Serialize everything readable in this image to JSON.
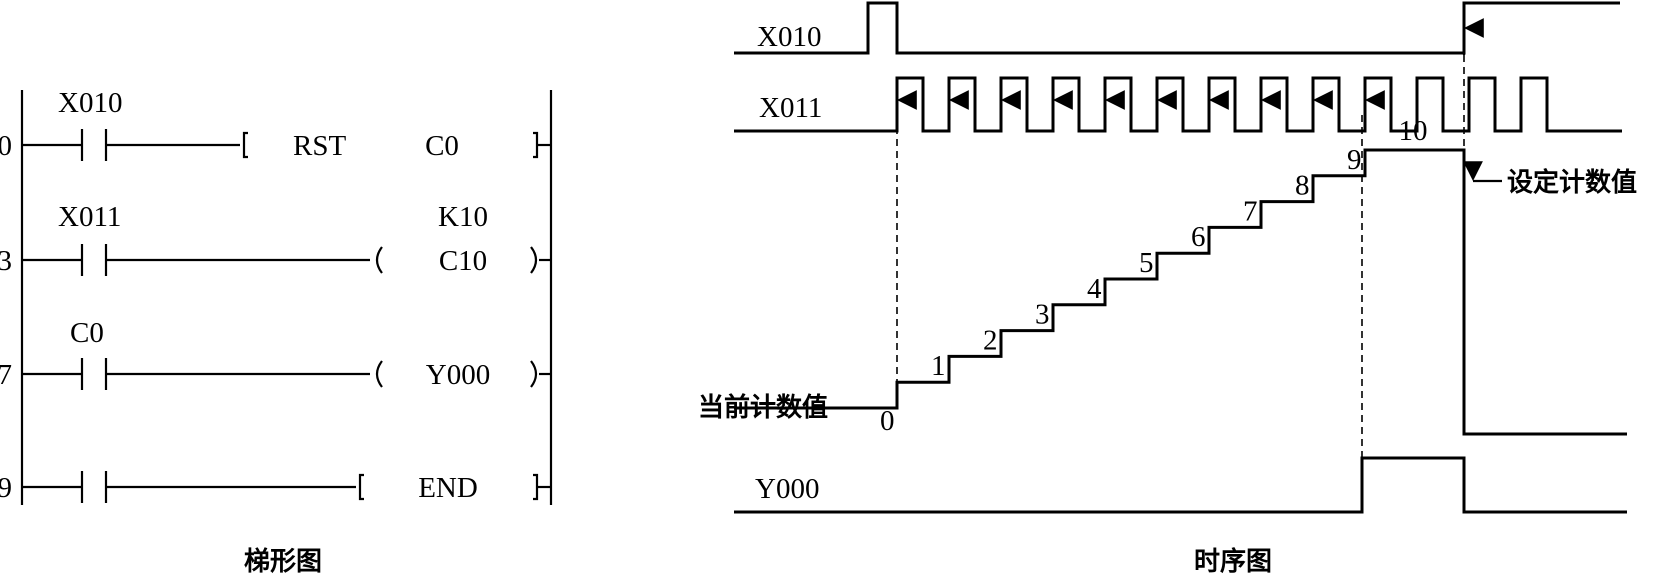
{
  "ladder": {
    "caption": "梯形图",
    "rungs": [
      {
        "step": "0",
        "contact": "X010",
        "instr": "RST",
        "operand": "C0",
        "param": "",
        "bracket": "square"
      },
      {
        "step": "3",
        "contact": "X011",
        "instr": "",
        "operand": "C10",
        "param": "K10",
        "bracket": "round"
      },
      {
        "step": "7",
        "contact": "C0",
        "instr": "",
        "operand": "Y000",
        "param": "",
        "bracket": "round"
      },
      {
        "step": "9",
        "contact": "",
        "instr": "",
        "operand": "END",
        "param": "",
        "bracket": "square"
      }
    ]
  },
  "timing": {
    "caption": "时序图",
    "signals": {
      "x010": "X010",
      "x011": "X011",
      "y000": "Y000"
    },
    "count_label": "当前计数值",
    "setpoint_label": "设定计数值",
    "count_values": [
      "0",
      "1",
      "2",
      "3",
      "4",
      "5",
      "6",
      "7",
      "8",
      "9",
      "10"
    ]
  }
}
